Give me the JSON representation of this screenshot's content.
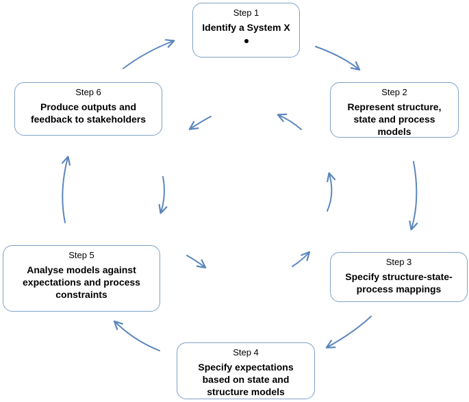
{
  "diagram": {
    "arrow_color": "#5b86bd",
    "border_color": "#7f9fc6",
    "steps": [
      {
        "number_label": "Step 1",
        "text": "Identify a System X"
      },
      {
        "number_label": "Step 2",
        "text": "Represent structure,\nstate and process\nmodels"
      },
      {
        "number_label": "Step 3",
        "text": "Specify structure-state-\nprocess mappings"
      },
      {
        "number_label": "Step 4",
        "text": "Specify expectations\nbased on state and\nstructure models"
      },
      {
        "number_label": "Step 5",
        "text": "Analyse models against\nexpectations and process\nconstraints"
      },
      {
        "number_label": "Step 6",
        "text": "Produce outputs and\nfeedback to stakeholders"
      }
    ]
  }
}
